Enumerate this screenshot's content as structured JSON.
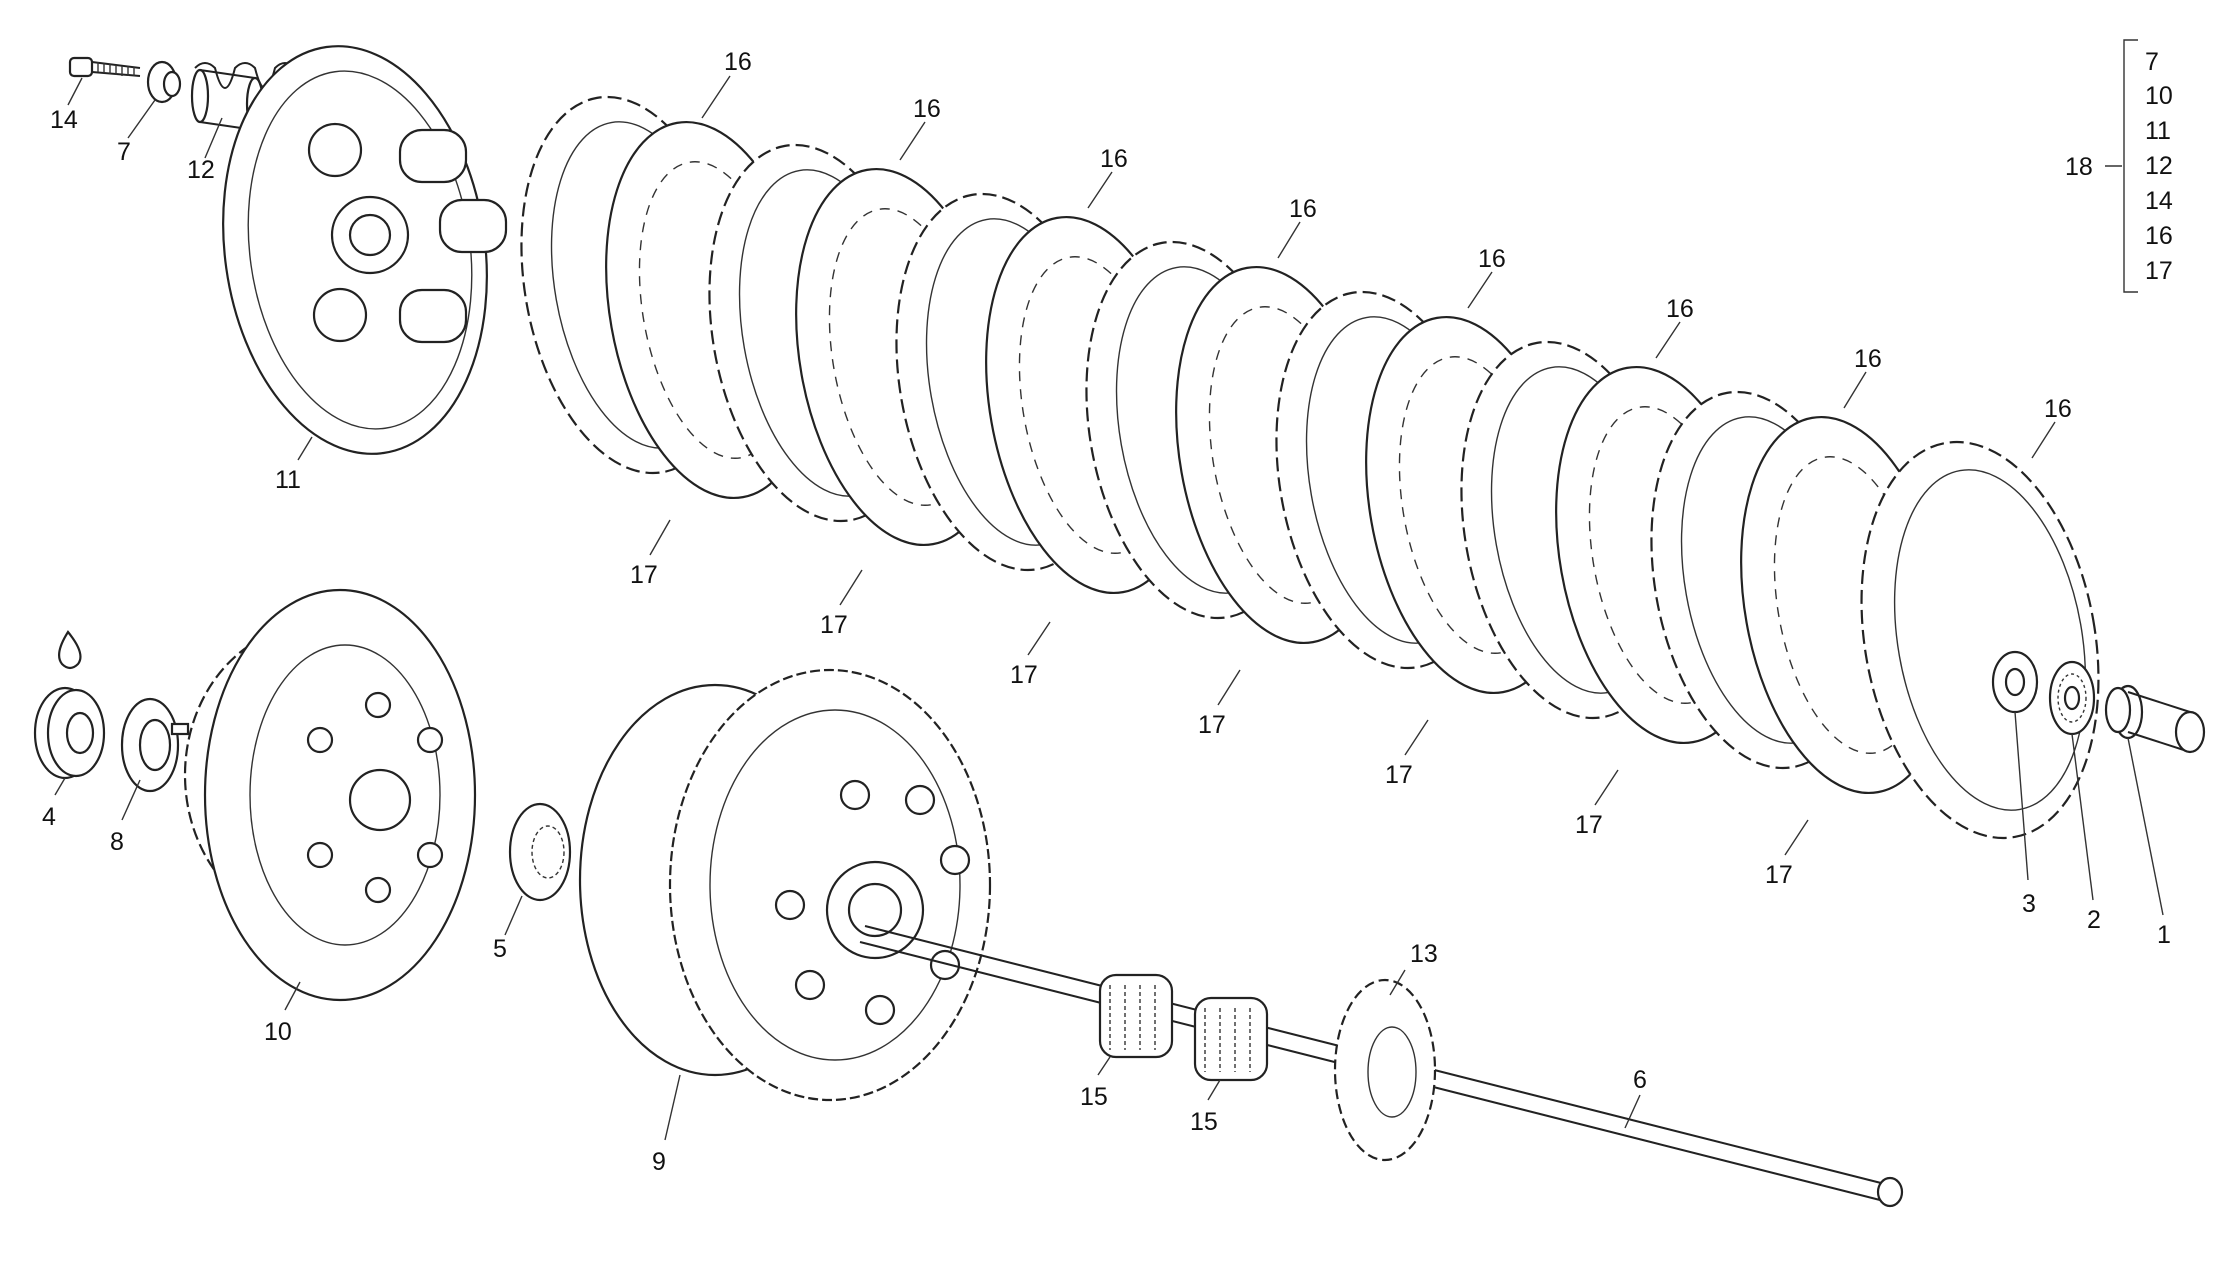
{
  "diagram": {
    "callouts": {
      "c1": "1",
      "c2": "2",
      "c3": "3",
      "c4": "4",
      "c5": "5",
      "c6": "6",
      "c7": "7",
      "c8": "8",
      "c9": "9",
      "c10": "10",
      "c11": "11",
      "c12": "12",
      "c13": "13",
      "c14": "14",
      "c15a": "15",
      "c15b": "15",
      "c16": [
        "16",
        "16",
        "16",
        "16",
        "16",
        "16",
        "16",
        "16"
      ],
      "c17": [
        "17",
        "17",
        "17",
        "17",
        "17",
        "17",
        "17"
      ]
    },
    "kit": {
      "label": "18",
      "items": [
        "7",
        "10",
        "11",
        "12",
        "14",
        "16",
        "17"
      ]
    }
  }
}
